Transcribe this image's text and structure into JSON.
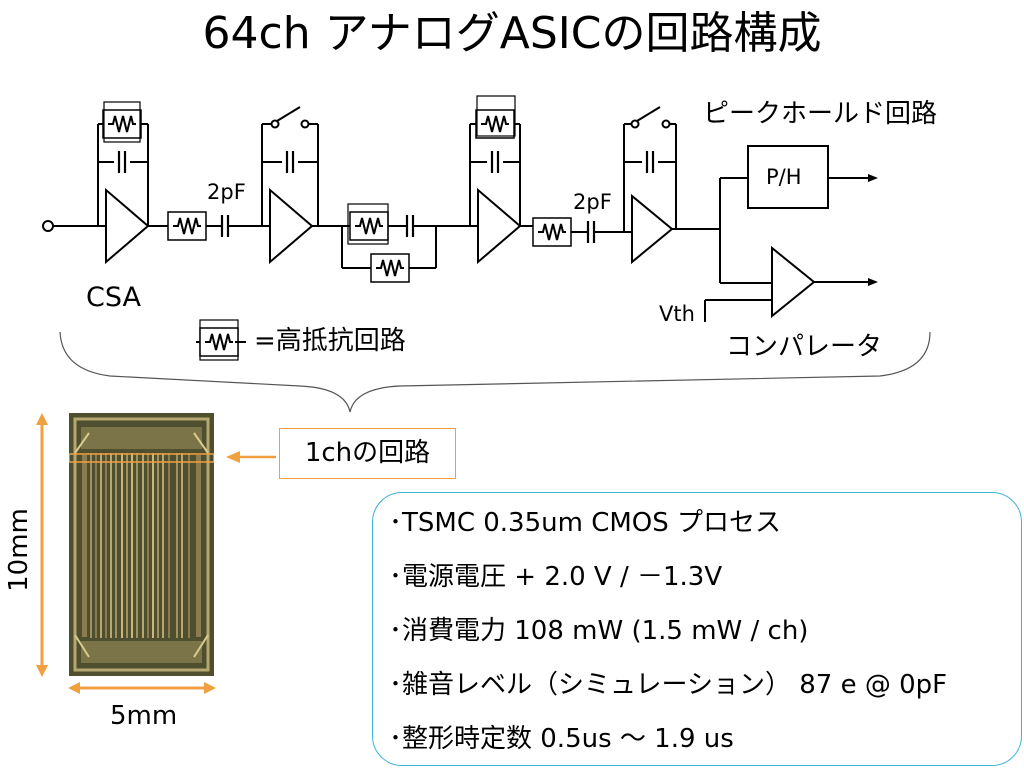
{
  "title": "64ch アナログASICの回路構成",
  "diagram": {
    "cap_label_1": "2pF",
    "cap_label_2": "2pF",
    "csa_label": "CSA",
    "peak_hold_label": "ピークホールド回路",
    "ph_block_label": "P/H",
    "vth_label": "Vth",
    "comparator_label": "コンパレータ",
    "legend_text": "=高抵抗回路"
  },
  "chip": {
    "callout_label": "1chの回路",
    "width_label": "5mm",
    "height_label": "10mm"
  },
  "specs": [
    "･TSMC 0.35um  CMOS プロセス",
    "･電源電圧 + 2.0 V / －1.3V",
    "･消費電力 108 mW (1.5 mW / ch)",
    "･雑音レベル（シミュレーション） 87 e @ 0pF",
    "･整形時定数 0.5us ～ 1.9 us"
  ],
  "colors": {
    "accent_orange": "#f0a040",
    "spec_border": "#3fb3d4",
    "chip_base": "#5d5a36"
  }
}
